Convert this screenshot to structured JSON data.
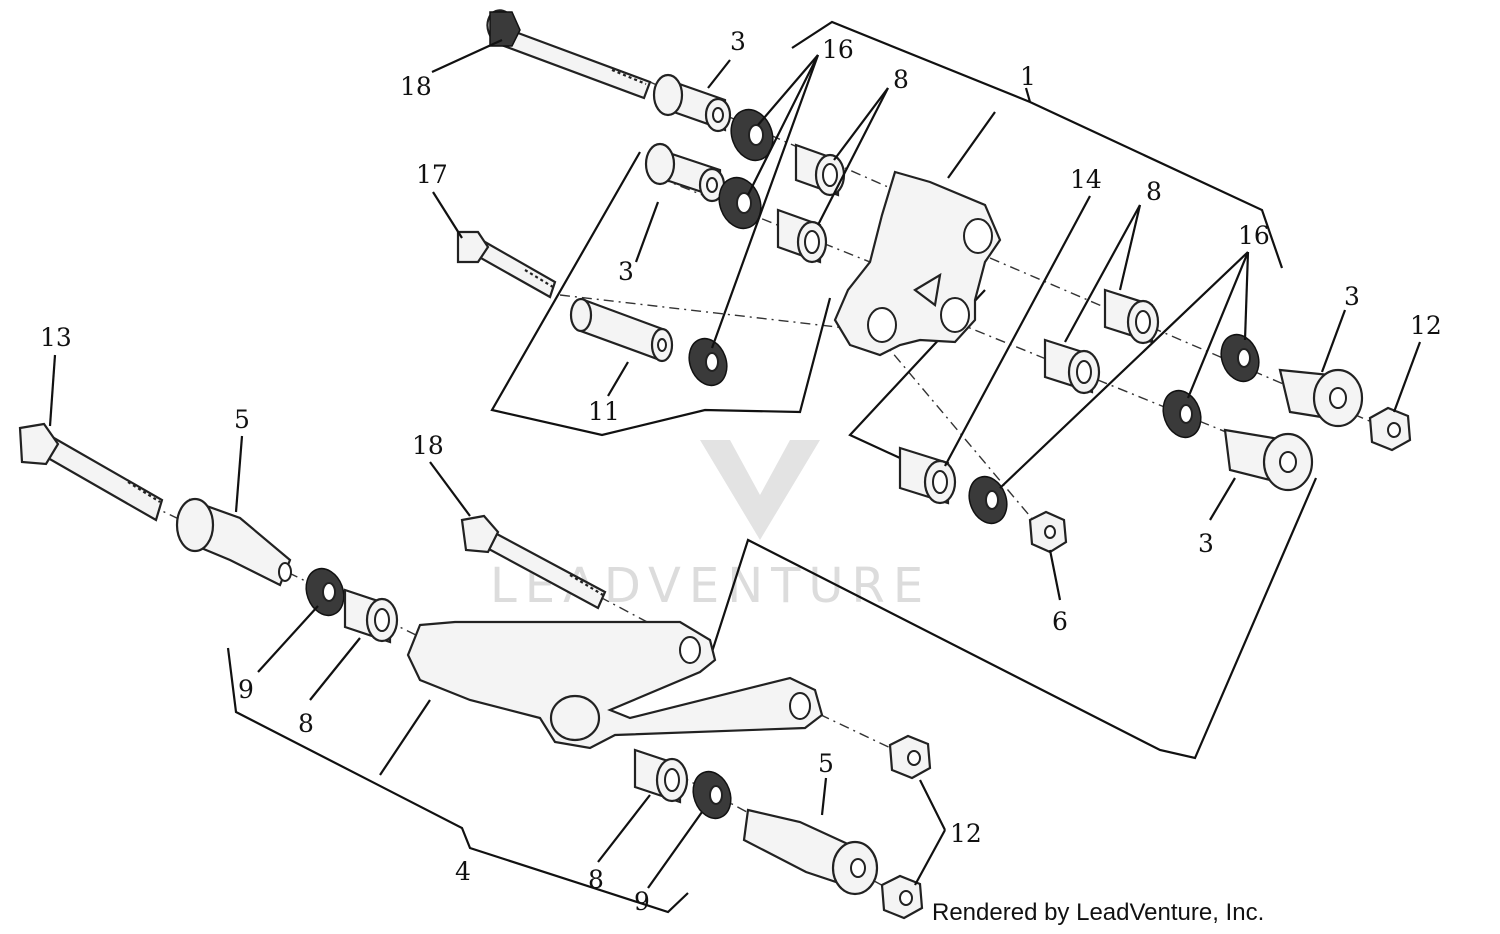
{
  "diagram": {
    "credit": "Rendered by LeadVenture, Inc.",
    "watermark": "LEADVENTURE",
    "callouts": {
      "c1": "1",
      "c3a": "3",
      "c3b": "3",
      "c3c": "3",
      "c3d": "3",
      "c4": "4",
      "c5a": "5",
      "c5b": "5",
      "c6": "6",
      "c8a": "8",
      "c8b": "8",
      "c8c": "8",
      "c8d": "8",
      "c9a": "9",
      "c9b": "9",
      "c11": "11",
      "c12a": "12",
      "c12b": "12",
      "c13": "13",
      "c14": "14",
      "c16a": "16",
      "c16b": "16",
      "c17": "17",
      "c18a": "18",
      "c18b": "18"
    }
  }
}
